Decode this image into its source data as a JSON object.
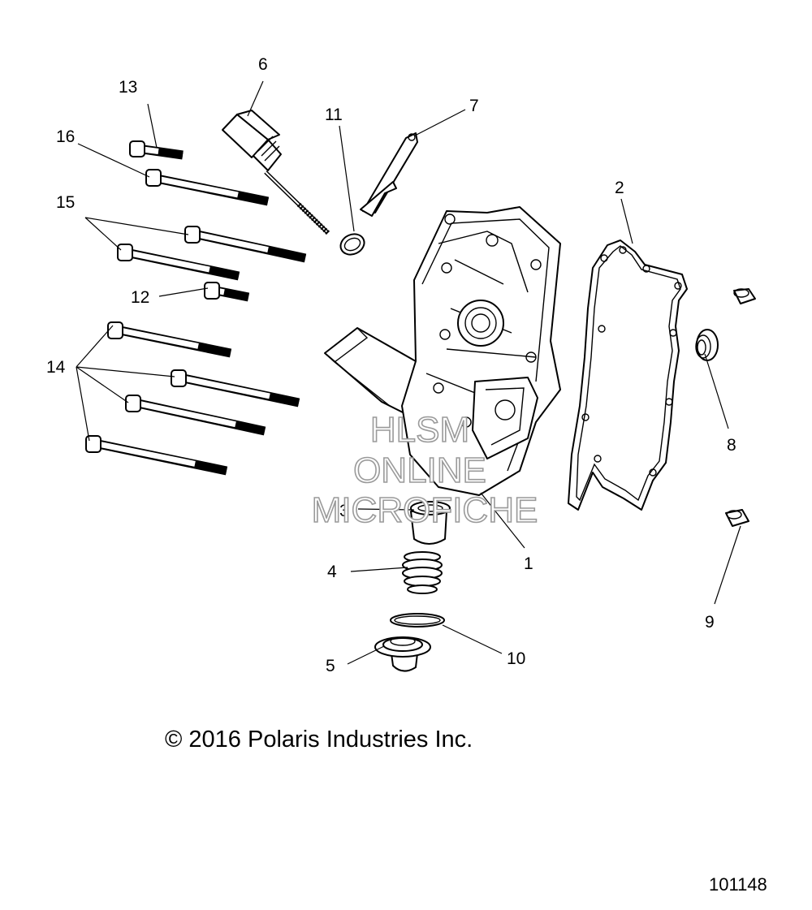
{
  "callouts": {
    "c1": "1",
    "c2": "2",
    "c3": "3",
    "c4": "4",
    "c5": "5",
    "c6": "6",
    "c7": "7",
    "c8": "8",
    "c9": "9",
    "c10": "10",
    "c11": "11",
    "c12": "12",
    "c13": "13",
    "c14": "14",
    "c15": "15",
    "c16": "16"
  },
  "watermark": [
    "HLSM",
    "ONLINE",
    "MICROFICHE"
  ],
  "copyright": "© 2016 Polaris Industries Inc.",
  "diagram_id": "101148"
}
